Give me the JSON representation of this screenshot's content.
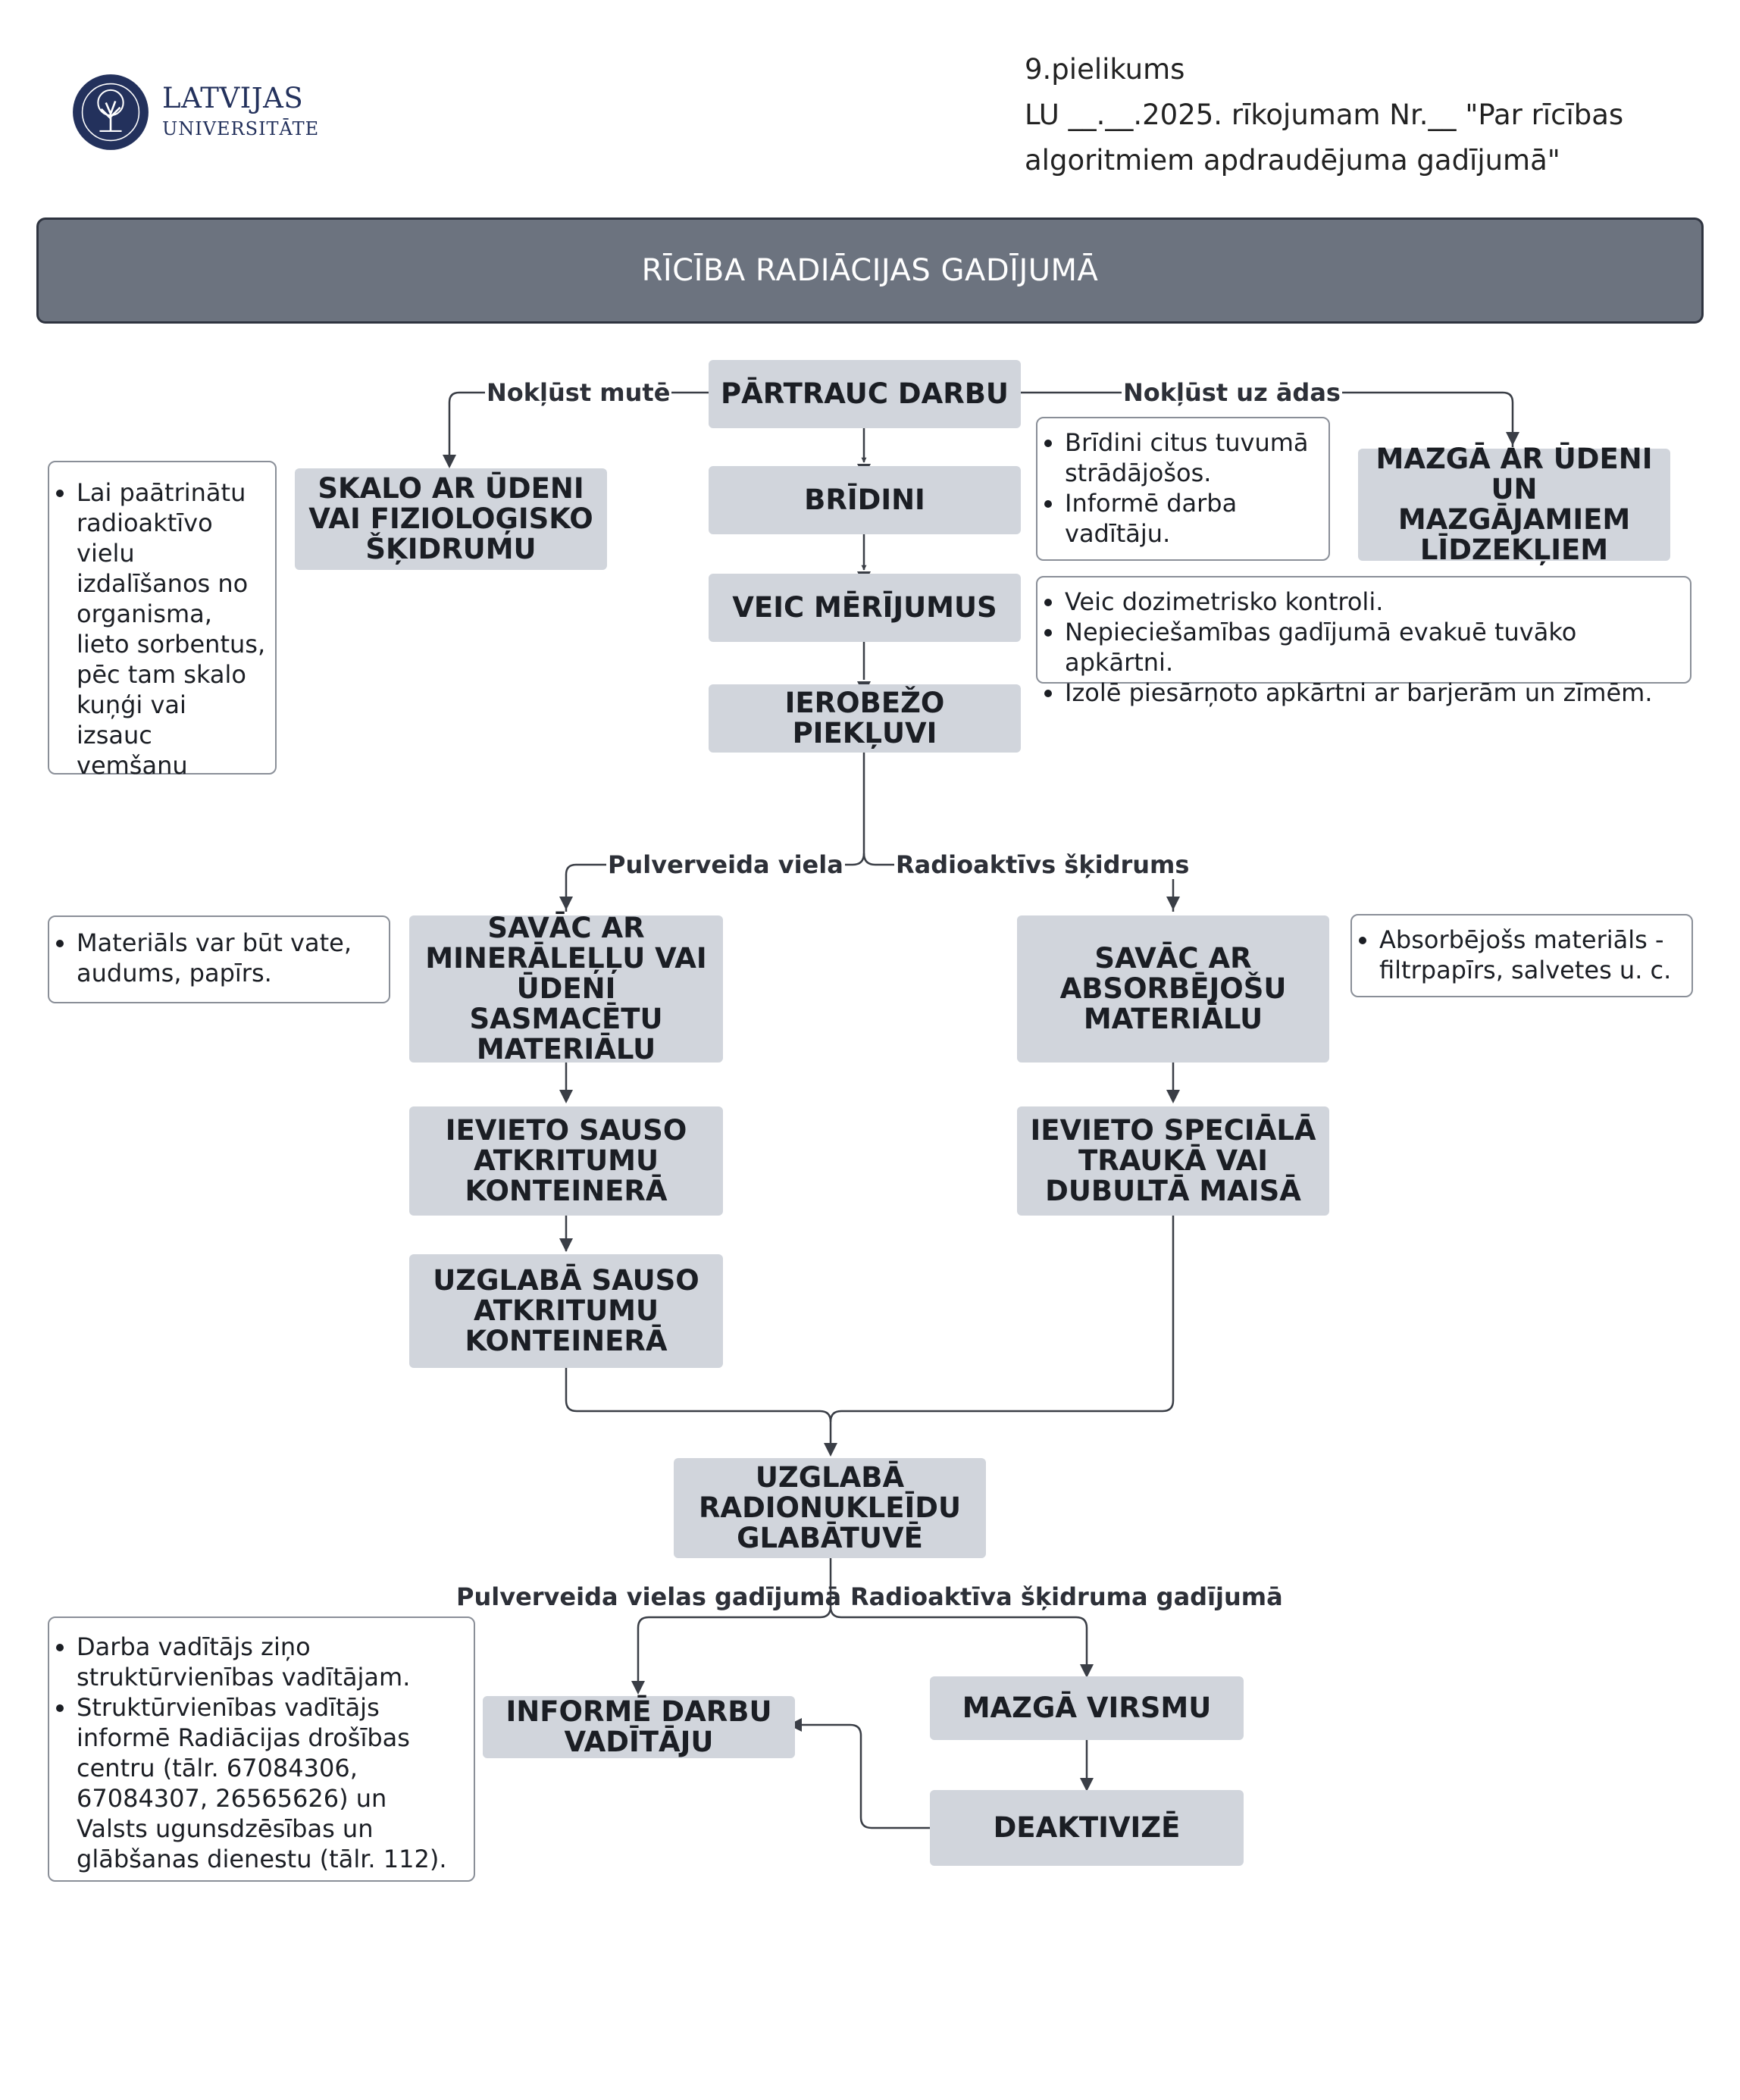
{
  "header": {
    "logo_name": "LATVIJAS",
    "logo_sub": "UNIVERSITĀTE",
    "annex_lines": [
      "9.pielikums",
      "LU __.__.2025. rīkojumam Nr.__ \"Par rīcības",
      "algoritmiem apdraudējuma gadījumā\""
    ]
  },
  "title": "RĪCĪBA RADIĀCIJAS GADĪJUMĀ",
  "nodes": {
    "partrauc": "PĀRTRAUC DARBU",
    "bridini": "BRĪDINI",
    "veic": "VEIC MĒRĪJUMUS",
    "ierobezo": "IEROBEŽO PIEKĻUVI",
    "skalo": "SKALO AR ŪDENI VAI FIZIOLOĢISKO ŠĶIDRUMU",
    "mazga_udeni": "MAZGĀ AR ŪDENI UN MAZGĀJAMIEM LĪDZEKĻIEM",
    "savac_mineral": "SAVĀC AR MINERĀLEĻĻU VAI ŪDENI SASMACĒTU MATERIĀLU",
    "savac_absorb": "SAVĀC AR ABSORBĒJOŠU MATERIĀLU",
    "ievieto_sauso": "IEVIETO SAUSO ATKRITUMU KONTEINERĀ",
    "ievieto_special": "IEVIETO SPECIĀLĀ TRAUKĀ VAI DUBULTĀ MAISĀ",
    "uzglaba_sauso": "UZGLABĀ SAUSO ATKRITUMU KONTEINERĀ",
    "uzglaba_radio": "UZGLABĀ RADIONUKLEĪDU GLABĀTUVĒ",
    "informe": "INFORMĒ DARBU VADĪTĀJU",
    "mazga_virsmu": "MAZGĀ VIRSMU",
    "deaktivize": "DEAKTIVIZĒ"
  },
  "notes": {
    "organisms": [
      "Lai paātrinātu radioaktīvo vielu izdalīšanos no organisma, lieto sorbentus, pēc tam skalo kuņģi vai izsauc vemšanu"
    ],
    "warn": [
      "Brīdini citus tuvumā strādājošos.",
      "Informē darba vadītāju."
    ],
    "dosimetry": [
      "Veic dozimetrisko kontroli.",
      "Nepieciešamības gadījumā evakuē tuvāko apkārtni.",
      "Izolē piesārņoto apkārtni ar barjerām un zīmēm."
    ],
    "material": [
      "Materiāls var būt vate, audums, papīrs."
    ],
    "absorbent": [
      "Absorbējošs materiāls - filtrpapīrs, salvetes u. c."
    ],
    "inform": [
      "Darba vadītājs ziņo struktūrvienības vadītājam.",
      "Struktūrvienības vadītājs informē Radiācijas drošības centru (tālr. 67084306, 67084307, 26565626) un Valsts ugunsdzēsības un glābšanas dienestu (tālr. 112)."
    ]
  },
  "edge_labels": {
    "mouth": "Nokļūst mutē",
    "skin": "Nokļūst uz ādas",
    "powder": "Pulverveida viela",
    "liquid": "Radioaktīvs šķidrums",
    "powder_case": "Pulverveida vielas gadījumā",
    "liquid_case": "Radioaktīva šķidruma gadījumā"
  }
}
